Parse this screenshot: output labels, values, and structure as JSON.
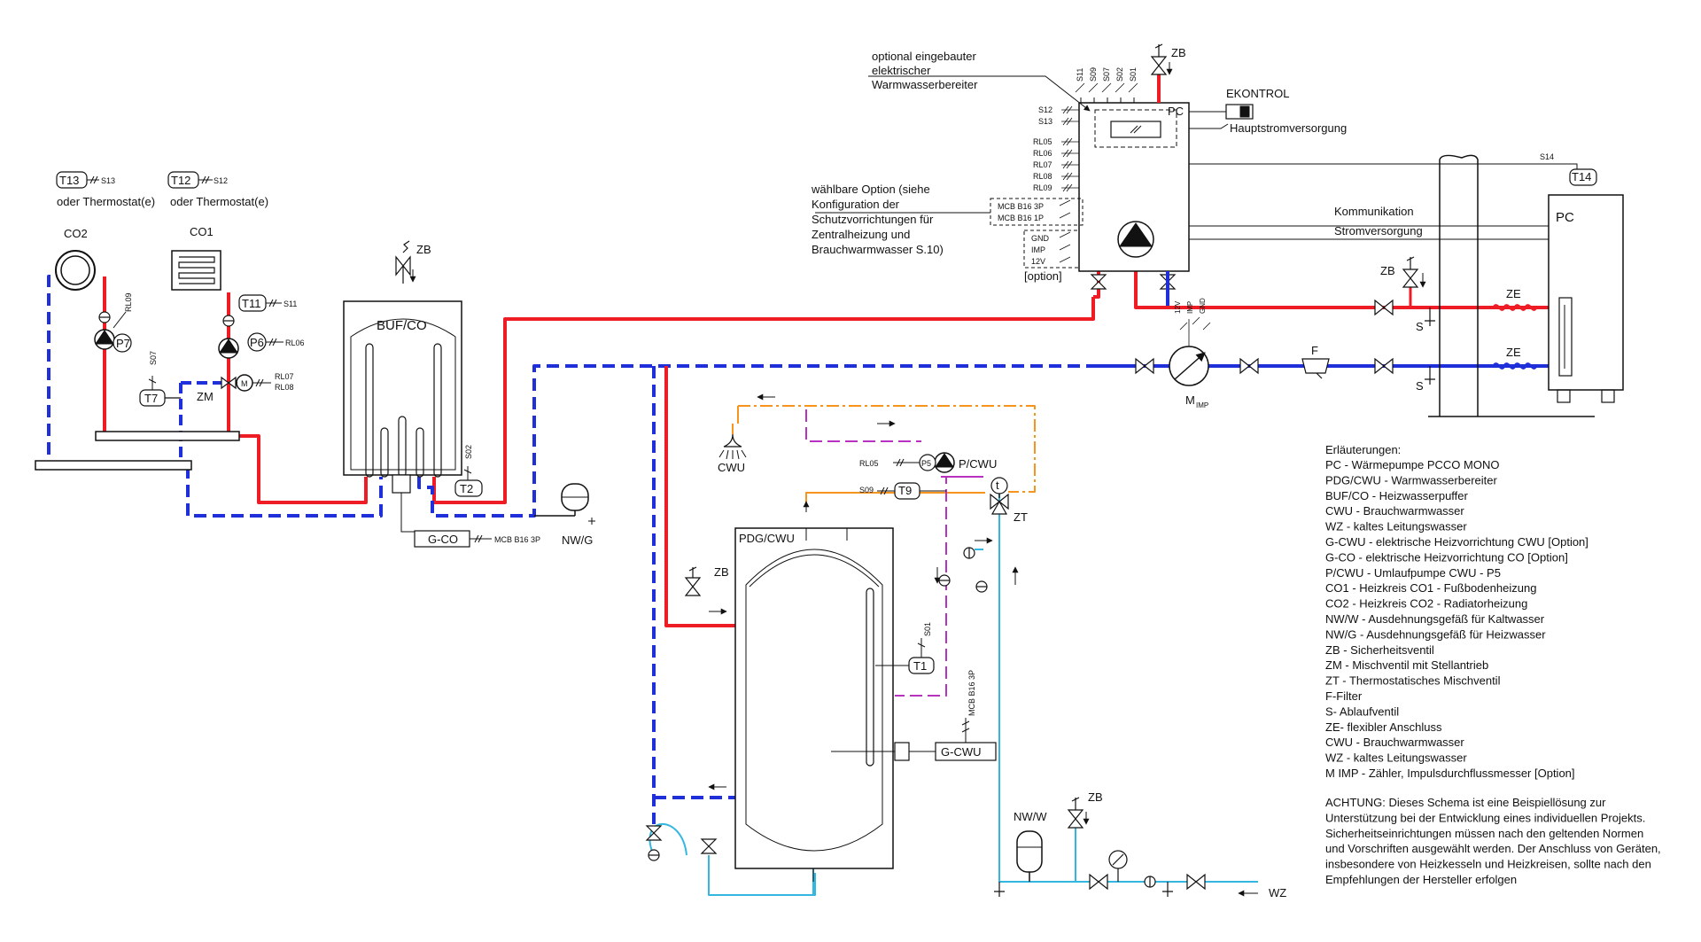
{
  "top_labels": {
    "t13": "T13",
    "s13": "S13",
    "t12": "T12",
    "s12": "S12",
    "thermostat": "oder Thermostat(e)",
    "co2": "CO2",
    "co1": "CO1",
    "t11": "T11",
    "s11": "S11",
    "rl09": "RL09",
    "p7": "P7",
    "p6": "P6",
    "rl06": "RL06",
    "s07": "S07",
    "t7": "T7",
    "zm": "ZM",
    "m": "M",
    "rl07": "RL07",
    "rl08": "RL08"
  },
  "buffer": {
    "label": "BUF/CO",
    "zb": "ZB",
    "s02": "S02",
    "t2": "T2",
    "gco": "G-CO",
    "gco_power": "MCB B16 3P",
    "nwg": "NW/G"
  },
  "heatpump_unit": {
    "note_line1": "optional eingebauter",
    "note_line2": "elektrischer",
    "note_line3": "Warmwasserbereiter",
    "terminals_top": [
      "S11",
      "S09",
      "S07",
      "S02",
      "S01"
    ],
    "terminals_left": [
      "S12",
      "S13",
      "RL05",
      "RL06",
      "RL07",
      "RL08",
      "RL09"
    ],
    "pc": "PC",
    "zb": "ZB",
    "ekontrol": "EKONTROL",
    "main_power": "Hauptstromversorgung",
    "option_line1": "wählbare Option (siehe",
    "option_line2": "Konfiguration der",
    "option_line3": "Schutzvorrichtungen für",
    "option_line4": "Zentralheizung und",
    "option_line5": "Brauchwarmwasser S.10)",
    "mcb3p": "MCB B16 3P",
    "mcb1p": "MCB B16 1P",
    "gnd": "GND",
    "imp": "IMP",
    "v12": "12V",
    "option_tag": "[option]",
    "meter_labels": [
      "12V",
      "IMP",
      "GND"
    ],
    "meter": "M",
    "meter_sub": "IMP",
    "filter": "F"
  },
  "outdoor_unit": {
    "s14": "S14",
    "t14": "T14",
    "communication": "Kommunikation",
    "power": "Stromversorgung",
    "pc": "PC",
    "zb": "ZB",
    "ze": "ZE",
    "s": "S"
  },
  "dhw": {
    "cwu": "CWU",
    "rl05": "RL05",
    "p5": "P5",
    "pcwu": "P/CWU",
    "s09": "S09",
    "t9": "T9",
    "zt": "ZT",
    "t": "t",
    "tank": "PDG/CWU",
    "zb": "ZB",
    "s01": "S01",
    "t1": "T1",
    "gcwu": "G-CWU",
    "gcwu_power": "MCB B16 3P",
    "nww": "NW/W",
    "wz": "WZ"
  },
  "legend": {
    "title": "Erläuterungen:",
    "items": [
      "PC - Wärmepumpe PCCO MONO",
      "PDG/CWU - Warmwasserbereiter",
      "BUF/CO - Heizwasserpuffer",
      "CWU - Brauchwarmwasser",
      "WZ - kaltes Leitungswasser",
      "G-CWU - elektrische Heizvorrichtung CWU [Option]",
      "G-CO - elektrische Heizvorrichtung CO [Option]",
      "P/CWU - Umlaufpumpe CWU - P5",
      "CO1 - Heizkreis CO1 - Fußbodenheizung",
      "CO2 - Heizkreis CO2 - Radiatorheizung",
      "NW/W - Ausdehnungsgefäß für Kaltwasser",
      "NW/G - Ausdehnungsgefäß für Heizwasser",
      "ZB - Sicherheitsventil",
      "ZM - Mischventil mit Stellantrieb",
      "ZT - Thermostatisches Mischventil",
      "F-Filter",
      "S- Ablaufventil",
      "ZE- flexibler Anschluss",
      "CWU - Brauchwarmwasser",
      "WZ - kaltes Leitungswasser",
      "M IMP - Zähler, Impulsdurchflussmesser [Option]"
    ],
    "note": [
      "ACHTUNG: Dieses Schema ist eine Beispiellösung zur",
      "Unterstützung bei der Entwicklung eines individuellen Projekts.",
      " Sicherheitseinrichtungen müssen nach den geltenden Normen",
      "und Vorschriften ausgewählt werden. Der Anschluss von Geräten,",
      "insbesondere von Heizkesseln und Heizkreisen, sollte nach den",
      "Empfehlungen der Hersteller erfolgen"
    ]
  },
  "colors": {
    "supply": "#ee1c24",
    "return": "#1f2fd9",
    "cold_water": "#33b7e0",
    "hot_water": "#f7941d",
    "circulation": "#b832c0",
    "line": "#222222"
  }
}
